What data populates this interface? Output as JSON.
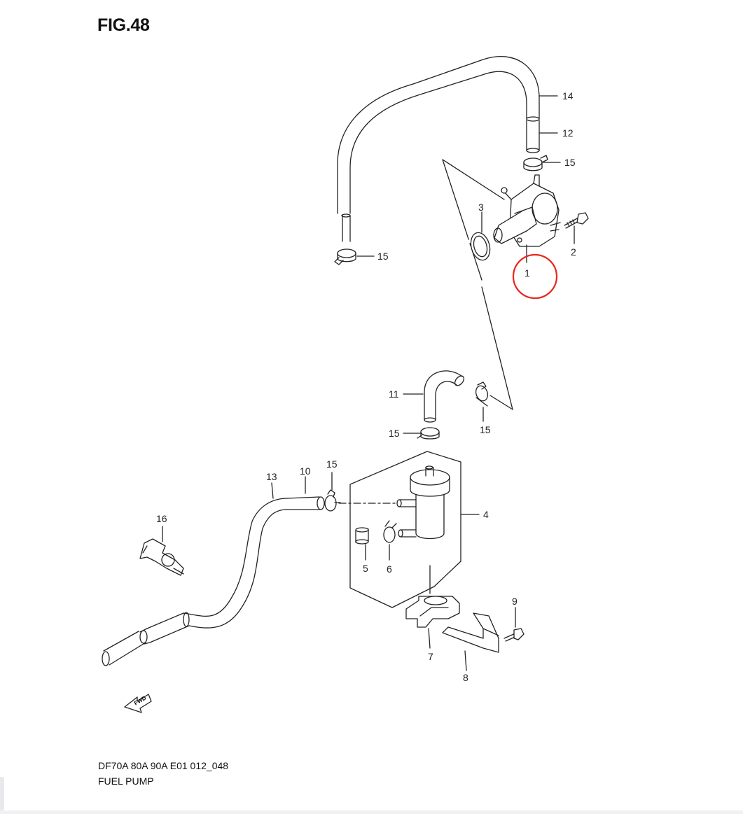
{
  "figure": {
    "title": "FIG.48",
    "code": "DF70A 80A 90A E01 012_048",
    "name": "FUEL PUMP"
  },
  "callouts": {
    "c1": "1",
    "c2": "2",
    "c3": "3",
    "c4": "4",
    "c5": "5",
    "c6": "6",
    "c7": "7",
    "c8": "8",
    "c9": "9",
    "c10": "10",
    "c11": "11",
    "c12": "12",
    "c13": "13",
    "c14": "14",
    "c15a": "15",
    "c15b": "15",
    "c15c": "15",
    "c15d": "15",
    "c15e": "15",
    "c16": "16"
  },
  "fwd_label": "FWD",
  "highlight": {
    "part": "1",
    "color": "#e8261f"
  },
  "colors": {
    "line": "#222222",
    "fill": "#ffffff",
    "shade": "#d9d9d9"
  }
}
